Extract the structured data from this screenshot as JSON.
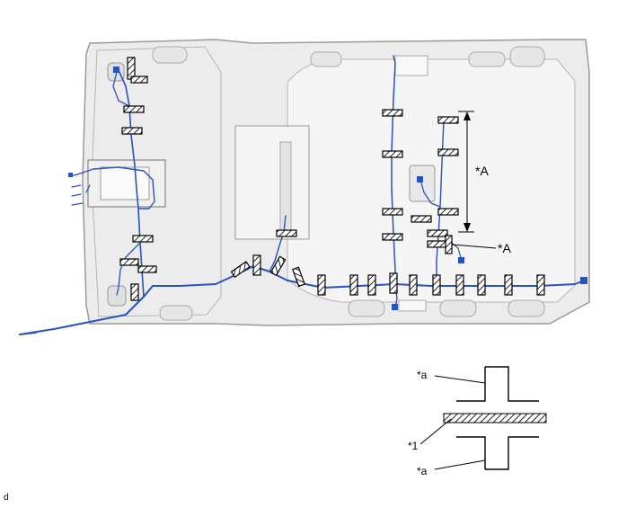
{
  "callouts": {
    "range_label": "*A",
    "tape_label": "*A",
    "tape_edge_label_top": "*a",
    "tape_edge_label_bottom": "*a",
    "wire_label": "*1"
  },
  "footer": {
    "drawing_code": "d"
  },
  "colors": {
    "harness": "#2a52be",
    "tape_fill": "#3a3a3a",
    "roof_fill": "#ececec",
    "roof_stroke": "#9a9a9a"
  }
}
